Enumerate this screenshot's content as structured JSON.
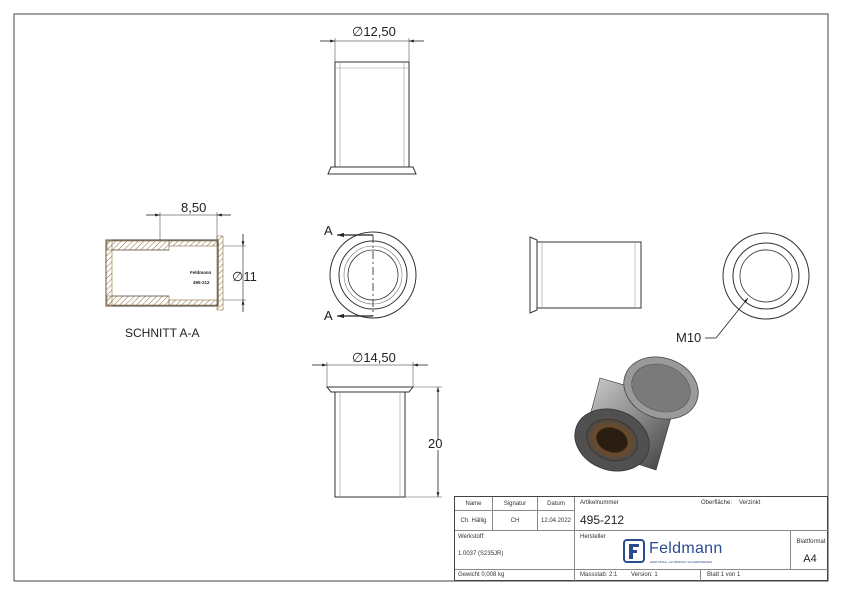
{
  "dimensions": {
    "top_diameter": "∅12,50",
    "section_width": "8,50",
    "section_diameter": "∅11",
    "bottom_diameter": "∅14,50",
    "height": "20",
    "thread": "M10"
  },
  "section": {
    "label": "SCHNITT A-A",
    "marker_top": "A",
    "marker_bottom": "A",
    "marking_line1": "Feldmann",
    "marking_line2": "495-212"
  },
  "title_block": {
    "col_name": "Name",
    "col_signature": "Signatur",
    "col_date": "Datum",
    "name": "Ch. Hällig",
    "signature": "CH",
    "date": "12.04.2022",
    "article_label": "Artikelnummer",
    "article_number": "495-212",
    "surface_label": "Oberfläche:",
    "surface_value": "Verzinkt",
    "material_label": "Werkstoff:",
    "material_value": "1.0037 (S235JR)",
    "manufacturer_label": "Hersteller",
    "logo_text": "Feldmann",
    "logo_tagline": "EDELSTAHL, ALUMINIUM, SCHWEISSEISEN",
    "format_label": "Blattformat",
    "format_value": "A4",
    "weight": "Gewicht 0,008 kg",
    "scale": "Massstab: 2:1",
    "version": "Version: 1",
    "sheet": "Blatt 1 von 1"
  },
  "colors": {
    "line": "#333333",
    "hatch": "#8a6d3b",
    "body_dark": "#555555",
    "body_light": "#c8c8c8",
    "thread_brown": "#7a5a3a",
    "logo_blue": "#2b4c8c"
  }
}
